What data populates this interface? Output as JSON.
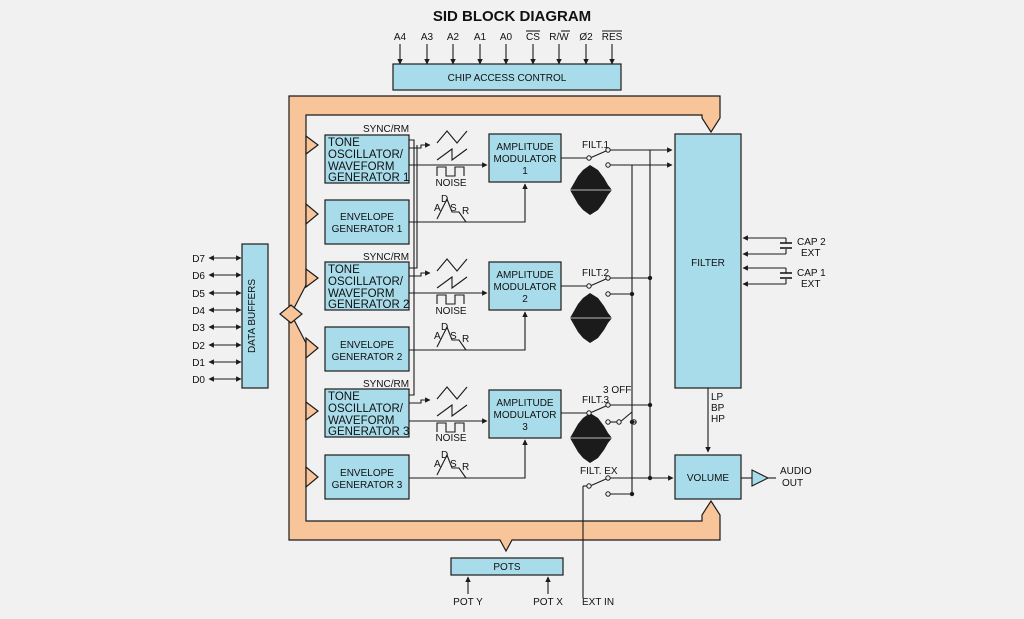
{
  "title": "SID BLOCK DIAGRAM",
  "pins_top": [
    "A4",
    "A3",
    "A2",
    "A1",
    "A0",
    "CS",
    "R/W",
    "Ø2",
    "RES"
  ],
  "chip_access": "CHIP ACCESS CONTROL",
  "data_buffers": "DATA BUFFERS",
  "data_pins": [
    "D7",
    "D6",
    "D5",
    "D4",
    "D3",
    "D2",
    "D1",
    "D0"
  ],
  "voices": [
    {
      "sync": "SYNC/RM",
      "osc": [
        "TONE",
        "OSCILLATOR/",
        "WAVEFORM",
        "GENERATOR 1"
      ],
      "noise": "NOISE",
      "env": [
        "ENVELOPE",
        "GENERATOR 1"
      ],
      "amp": [
        "AMPLITUDE",
        "MODULATOR",
        "1"
      ],
      "filt": "FILT.1"
    },
    {
      "sync": "SYNC/RM",
      "osc": [
        "TONE",
        "OSCILLATOR/",
        "WAVEFORM",
        "GENERATOR 2"
      ],
      "noise": "NOISE",
      "env": [
        "ENVELOPE",
        "GENERATOR 2"
      ],
      "amp": [
        "AMPLITUDE",
        "MODULATOR",
        "2"
      ],
      "filt": "FILT.2"
    },
    {
      "sync": "SYNC/RM",
      "osc": [
        "TONE",
        "OSCILLATOR/",
        "WAVEFORM",
        "GENERATOR 3"
      ],
      "noise": "NOISE",
      "env": [
        "ENVELOPE",
        "GENERATOR 3"
      ],
      "amp": [
        "AMPLITUDE",
        "MODULATOR",
        "3"
      ],
      "filt": "FILT.3"
    }
  ],
  "adsr": [
    "A",
    "D",
    "S",
    "R"
  ],
  "three_off": "3 OFF",
  "filt_ex": "FILT. EX",
  "filter": "FILTER",
  "cap2": [
    "CAP 2",
    "EXT"
  ],
  "cap1": [
    "CAP 1",
    "EXT"
  ],
  "filter_out": [
    "LP",
    "BP",
    "HP"
  ],
  "volume": "VOLUME",
  "audio_out": [
    "AUDIO",
    "OUT"
  ],
  "pots": "POTS",
  "pot_y": "POT Y",
  "pot_x": "POT X",
  "ext_in": "EXT IN"
}
